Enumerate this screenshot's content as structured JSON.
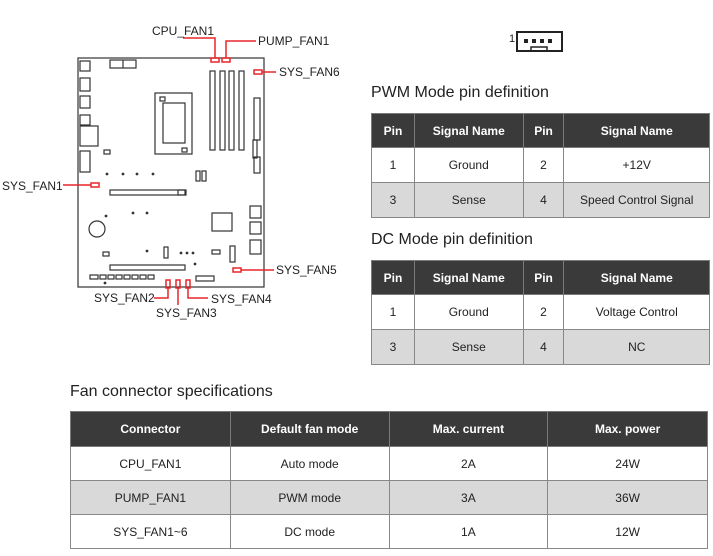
{
  "diagram": {
    "labels": {
      "cpu_fan1": "CPU_FAN1",
      "pump_fan1": "PUMP_FAN1",
      "sys_fan6": "SYS_FAN6",
      "sys_fan1": "SYS_FAN1",
      "sys_fan5": "SYS_FAN5",
      "sys_fan2": "SYS_FAN2",
      "sys_fan4": "SYS_FAN4",
      "sys_fan3": "SYS_FAN3"
    },
    "highlight_color": "#e8262b"
  },
  "connector_icon": {
    "pin_number": "1"
  },
  "pwm": {
    "title": "PWM Mode pin definition",
    "headers": [
      "Pin",
      "Signal Name",
      "Pin",
      "Signal Name"
    ],
    "rows": [
      [
        "1",
        "Ground",
        "2",
        "+12V"
      ],
      [
        "3",
        "Sense",
        "4",
        "Speed Control Signal"
      ]
    ]
  },
  "dc": {
    "title": "DC Mode pin definition",
    "headers": [
      "Pin",
      "Signal Name",
      "Pin",
      "Signal Name"
    ],
    "rows": [
      [
        "1",
        "Ground",
        "2",
        "Voltage Control"
      ],
      [
        "3",
        "Sense",
        "4",
        "NC"
      ]
    ]
  },
  "spec": {
    "title": "Fan connector specifications",
    "headers": [
      "Connector",
      "Default fan mode",
      "Max. current",
      "Max. power"
    ],
    "rows": [
      [
        "CPU_FAN1",
        "Auto mode",
        "2A",
        "24W"
      ],
      [
        "PUMP_FAN1",
        "PWM mode",
        "3A",
        "36W"
      ],
      [
        "SYS_FAN1~6",
        "DC mode",
        "1A",
        "12W"
      ]
    ]
  },
  "colors": {
    "header_bg": "#3a3a3a",
    "alt_row": "#d9d9d9",
    "accent": "#e8262b"
  }
}
